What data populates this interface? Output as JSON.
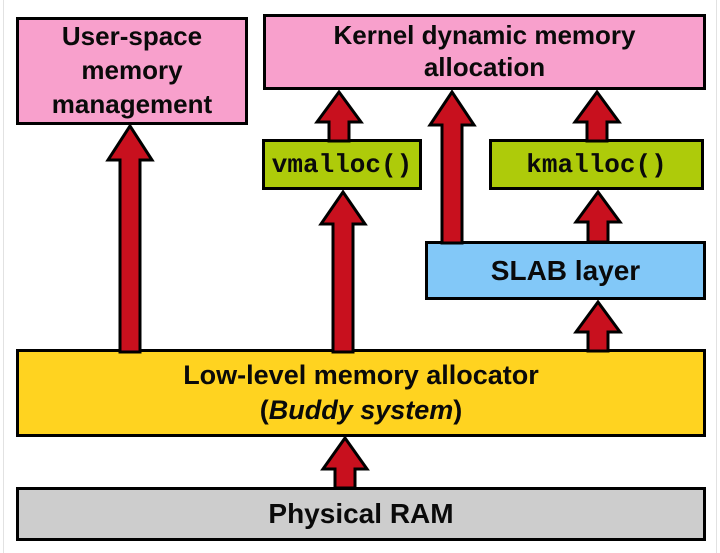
{
  "diagram": {
    "nodes": {
      "user_space": {
        "lines": [
          "User-space",
          "memory",
          "management"
        ]
      },
      "kernel": {
        "lines": [
          "Kernel dynamic memory",
          "allocation"
        ]
      },
      "vmalloc": {
        "label": "vmalloc()"
      },
      "kmalloc": {
        "label": "kmalloc()"
      },
      "slab": {
        "label": "SLAB layer"
      },
      "buddy": {
        "line1": "Low-level memory allocator",
        "line2_open": "(",
        "line2_italic": "Buddy system",
        "line2_close": ")"
      },
      "ram": {
        "label": "Physical RAM"
      }
    },
    "edges": [
      {
        "from": "low-level-memory-allocator",
        "to": "user-space-memory-management"
      },
      {
        "from": "low-level-memory-allocator",
        "to": "vmalloc"
      },
      {
        "from": "vmalloc",
        "to": "kernel-dynamic-memory-allocation"
      },
      {
        "from": "slab-layer",
        "to": "kernel-dynamic-memory-allocation"
      },
      {
        "from": "kmalloc",
        "to": "kernel-dynamic-memory-allocation"
      },
      {
        "from": "slab-layer",
        "to": "kmalloc"
      },
      {
        "from": "low-level-memory-allocator",
        "to": "slab-layer"
      },
      {
        "from": "physical-ram",
        "to": "low-level-memory-allocator"
      }
    ],
    "colors": {
      "pink": "#F8A0CC",
      "green": "#AECB0A",
      "blue": "#82C8F8",
      "yellow": "#FFD320",
      "gray": "#CDCDCD",
      "arrow": "#C8101E",
      "line": "#000000"
    }
  }
}
